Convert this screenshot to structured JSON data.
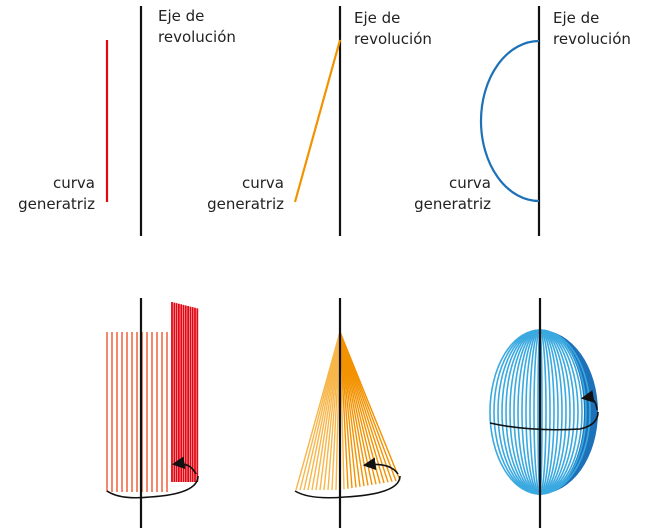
{
  "panels": [
    {
      "id": "cylinder",
      "axis_label": [
        "Eje de",
        "revolución"
      ],
      "curve_label": [
        "curva",
        "generatriz"
      ],
      "color": "#e30613"
    },
    {
      "id": "cone",
      "axis_label": [
        "Eje de",
        "revolución"
      ],
      "curve_label": [
        "curva",
        "generatriz"
      ],
      "color": "#f39200"
    },
    {
      "id": "sphere",
      "axis_label": [
        "Eje de",
        "revolución"
      ],
      "curve_label": [
        "curva",
        "generatriz"
      ],
      "color": "#1d71b8"
    }
  ],
  "colors": {
    "axis": "#111111",
    "cylinder_light": "#f07a5c",
    "cylinder_dark": "#e30613",
    "cone_light": "#f7b64a",
    "cone_dark": "#f39200",
    "sphere_light": "#3aa9e0",
    "sphere_dark": "#1d71b8"
  }
}
